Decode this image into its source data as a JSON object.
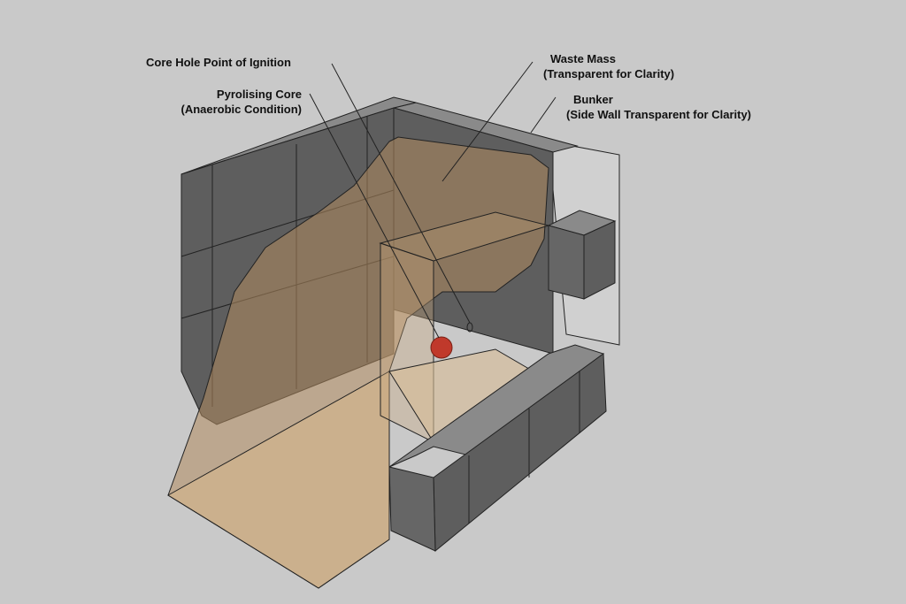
{
  "labels": {
    "core_hole": "Core Hole Point of Ignition",
    "pyrolising_core_line1": "Pyrolising Core",
    "pyrolising_core_line2": "(Anaerobic Condition)",
    "waste_mass_line1": "Waste Mass",
    "waste_mass_line2": "(Transparent for Clarity)",
    "bunker_line1": "Bunker",
    "bunker_line2": "(Side Wall Transparent for Clarity)"
  },
  "colors": {
    "background": "#c9c9c9",
    "block_dark": "#5e5e5e",
    "block_top": "#8a8a8a",
    "waste": "#b08a5e",
    "ignition_point": "#c0392b"
  }
}
